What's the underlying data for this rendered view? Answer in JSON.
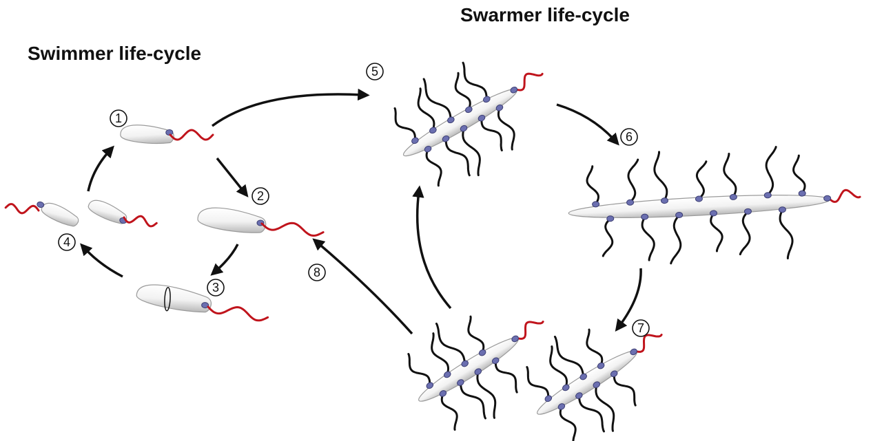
{
  "titles": {
    "swimmer": "Swimmer life-cycle",
    "swarmer": "Swarmer life-cycle"
  },
  "steps": [
    "1",
    "2",
    "3",
    "4",
    "5",
    "6",
    "7",
    "8"
  ],
  "colors": {
    "arrow": "#111111",
    "flagellum_polar": "#c0141c",
    "flagellum_lateral": "#111111",
    "motor": "#6b6fb0",
    "cell_fill": "#f4f4f4",
    "cell_stroke": "#9a9a9a"
  }
}
